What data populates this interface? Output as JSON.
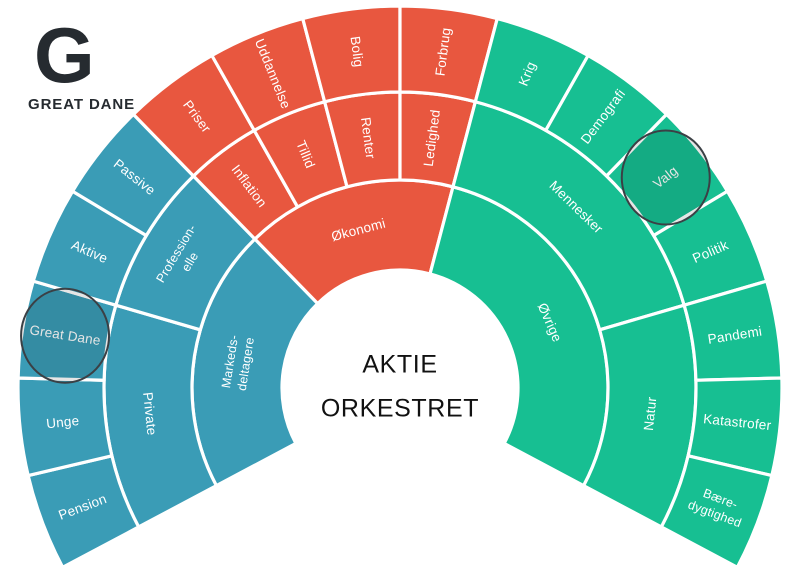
{
  "logo": {
    "mark": "G",
    "wordmark": "GREAT DANE"
  },
  "hub": {
    "line1": "AKTIE",
    "line2": "ORKESTRET"
  },
  "colors": {
    "blue": "#3a9cb6",
    "red": "#e8573f",
    "green": "#17bf92",
    "background": "#ffffff",
    "divider": "#ffffff",
    "hub_text": "#111111",
    "logo": "#262b30",
    "highlight_stroke": "#3b4045"
  },
  "chart_data": {
    "type": "sunburst",
    "title": "AKTIE ORKESTRET",
    "center_label": "AKTIE ORKESTRET",
    "rings": 3,
    "angle_start_deg": -118,
    "angle_end_deg": 118,
    "legend": null,
    "grid": false,
    "branches": [
      {
        "name": "Markeds-deltagere",
        "label_lines": [
          "Markeds-",
          "deltagere"
        ],
        "color": "#3a9cb6",
        "span": 7,
        "children": [
          {
            "name": "Private",
            "label_lines": [
              "Private"
            ],
            "span": 3,
            "children": [
              {
                "name": "Pension",
                "label_lines": [
                  "Pension"
                ],
                "span": 1
              },
              {
                "name": "Unge",
                "label_lines": [
                  "Unge"
                ],
                "span": 1
              },
              {
                "name": "Great Dane",
                "label_lines": [
                  "Great Dane"
                ],
                "span": 1,
                "highlight": true
              }
            ]
          },
          {
            "name": "Professionelle",
            "label_lines": [
              "Profession-",
              "elle"
            ],
            "span": 2,
            "children": [
              {
                "name": "Aktive",
                "label_lines": [
                  "Aktive"
                ],
                "span": 1
              },
              {
                "name": "Passive",
                "label_lines": [
                  "Passive"
                ],
                "span": 1
              }
            ]
          }
        ]
      },
      {
        "name": "Økonomi",
        "label_lines": [
          "Økonomi"
        ],
        "color": "#e8573f",
        "span": 6,
        "children": [
          {
            "name": "Inflation",
            "label_lines": [
              "Inflation"
            ],
            "span": 1,
            "children": [
              {
                "name": "Priser",
                "label_lines": [
                  "Priser"
                ],
                "span": 1
              }
            ]
          },
          {
            "name": "Tillid",
            "label_lines": [
              "Tillid"
            ],
            "span": 1,
            "children": [
              {
                "name": "Uddannelse",
                "label_lines": [
                  "Uddannelse"
                ],
                "span": 1
              }
            ]
          },
          {
            "name": "Renter",
            "label_lines": [
              "Renter"
            ],
            "span": 1,
            "children": [
              {
                "name": "Bolig",
                "label_lines": [
                  "Bolig"
                ],
                "span": 1
              }
            ]
          },
          {
            "name": "Ledighed",
            "label_lines": [
              "Ledighed"
            ],
            "span": 1,
            "children": [
              {
                "name": "Forbrug",
                "label_lines": [
                  "Forbrug"
                ],
                "span": 1
              }
            ]
          }
        ]
      },
      {
        "name": "Øvrige",
        "label_lines": [
          "Øvrige"
        ],
        "color": "#17bf92",
        "span": 9,
        "children": [
          {
            "name": "Mennesker",
            "label_lines": [
              "Mennesker"
            ],
            "span": 4,
            "children": [
              {
                "name": "Krig",
                "label_lines": [
                  "Krig"
                ],
                "span": 1
              },
              {
                "name": "Demografi",
                "label_lines": [
                  "Demografi"
                ],
                "span": 1
              },
              {
                "name": "Valg",
                "label_lines": [
                  "Valg"
                ],
                "span": 1,
                "highlight": true
              },
              {
                "name": "Politik",
                "label_lines": [
                  "Politik"
                ],
                "span": 1
              }
            ]
          },
          {
            "name": "Natur",
            "label_lines": [
              "Natur"
            ],
            "span": 3,
            "children": [
              {
                "name": "Pandemi",
                "label_lines": [
                  "Pandemi"
                ],
                "span": 1
              },
              {
                "name": "Katastrofer",
                "label_lines": [
                  "Katastrofer"
                ],
                "span": 1
              },
              {
                "name": "Bæredygtighed",
                "label_lines": [
                  "Bære-",
                  "dygtighed"
                ],
                "span": 1
              }
            ]
          }
        ]
      }
    ]
  }
}
